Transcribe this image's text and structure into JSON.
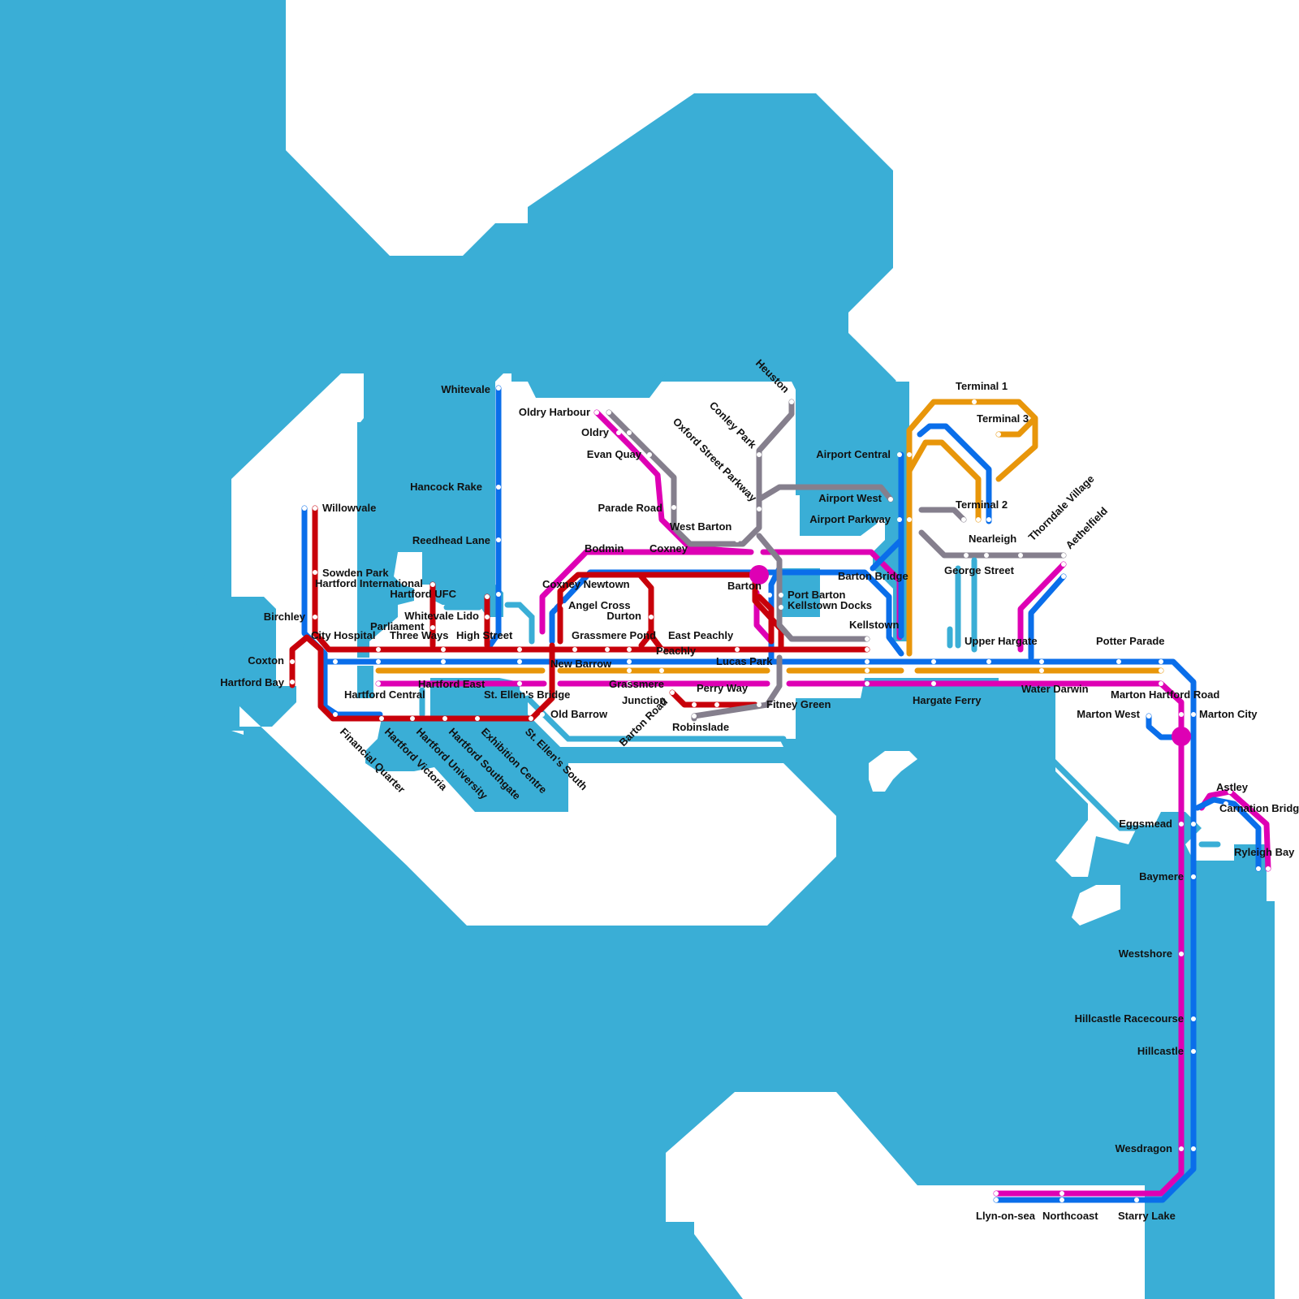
{
  "colors": {
    "water": "#3aaed6",
    "land": "#ffffff",
    "red_line": "#c8000a",
    "blue_line": "#0a6eea",
    "magenta_line": "#de00b4",
    "orange_line": "#e8960a",
    "grey_line": "#857f8d",
    "light_blue_line": "#3aaed6"
  },
  "stations": [
    {
      "id": "whitevale",
      "name": "Whitevale"
    },
    {
      "id": "hancock-rake",
      "name": "Hancock Rake"
    },
    {
      "id": "reedhead-lane",
      "name": "Reedhead Lane"
    },
    {
      "id": "hartford-ufc",
      "name": "Hartford UFC"
    },
    {
      "id": "whitevale-lido",
      "name": "Whitevale Lido"
    },
    {
      "id": "high-street",
      "name": "High Street"
    },
    {
      "id": "three-ways",
      "name": "Three Ways"
    },
    {
      "id": "parliament",
      "name": "Parliament"
    },
    {
      "id": "hartford-international",
      "name": "Hartford International"
    },
    {
      "id": "sowden-park",
      "name": "Sowden Park"
    },
    {
      "id": "willowvale",
      "name": "Willowvale"
    },
    {
      "id": "birchley",
      "name": "Birchley"
    },
    {
      "id": "city-hospital",
      "name": "City Hospital"
    },
    {
      "id": "coxton",
      "name": "Coxton"
    },
    {
      "id": "hartford-bay",
      "name": "Hartford Bay"
    },
    {
      "id": "hartford-central",
      "name": "Hartford Central"
    },
    {
      "id": "hartford-east",
      "name": "Hartford East"
    },
    {
      "id": "st-ellens-bridge",
      "name": "St. Ellen's Bridge"
    },
    {
      "id": "financial-quarter",
      "name": "Financial Quarter"
    },
    {
      "id": "hartford-victoria",
      "name": "Hartford Victoria"
    },
    {
      "id": "hartford-university",
      "name": "Hartford University"
    },
    {
      "id": "hartford-southgate",
      "name": "Hartford Southgate"
    },
    {
      "id": "exhibition-centre",
      "name": "Exhibition Centre"
    },
    {
      "id": "st-ellens-south",
      "name": "St. Ellen's South"
    },
    {
      "id": "old-barrow",
      "name": "Old Barrow"
    },
    {
      "id": "new-barrow",
      "name": "New Barrow"
    },
    {
      "id": "oldry-harbour",
      "name": "Oldry Harbour"
    },
    {
      "id": "oldry",
      "name": "Oldry"
    },
    {
      "id": "evan-quay",
      "name": "Evan Quay"
    },
    {
      "id": "parade-road",
      "name": "Parade Road"
    },
    {
      "id": "west-barton",
      "name": "West Barton"
    },
    {
      "id": "bodmin",
      "name": "Bodmin"
    },
    {
      "id": "coxney",
      "name": "Coxney"
    },
    {
      "id": "coxney-newtown",
      "name": "Coxney Newtown"
    },
    {
      "id": "angel-cross",
      "name": "Angel Cross"
    },
    {
      "id": "durton",
      "name": "Durton"
    },
    {
      "id": "grassmere-pond",
      "name": "Grassmere Pond"
    },
    {
      "id": "east-peachly",
      "name": "East Peachly"
    },
    {
      "id": "peachly",
      "name": "Peachly"
    },
    {
      "id": "grassmere",
      "name": "Grassmere"
    },
    {
      "id": "junction",
      "name": "Junction"
    },
    {
      "id": "barton-road",
      "name": "Barton Road"
    },
    {
      "id": "perry-way",
      "name": "Perry Way"
    },
    {
      "id": "robinslade",
      "name": "Robinslade"
    },
    {
      "id": "fitney-green",
      "name": "Fitney Green"
    },
    {
      "id": "lucas-park",
      "name": "Lucas Park"
    },
    {
      "id": "barton",
      "name": "Barton"
    },
    {
      "id": "heuston",
      "name": "Heuston"
    },
    {
      "id": "conley-park",
      "name": "Conley Park"
    },
    {
      "id": "oxford-street-parkway",
      "name": "Oxford Street Parkway"
    },
    {
      "id": "port-barton",
      "name": "Port Barton"
    },
    {
      "id": "kellstown-docks",
      "name": "Kellstown Docks"
    },
    {
      "id": "kellstown",
      "name": "Kellstown"
    },
    {
      "id": "barton-bridge",
      "name": "Barton Bridge"
    },
    {
      "id": "airport-central",
      "name": "Airport Central"
    },
    {
      "id": "airport-west",
      "name": "Airport West"
    },
    {
      "id": "airport-parkway",
      "name": "Airport Parkway"
    },
    {
      "id": "terminal-1",
      "name": "Terminal 1"
    },
    {
      "id": "terminal-3",
      "name": "Terminal 3"
    },
    {
      "id": "terminal-2",
      "name": "Terminal 2"
    },
    {
      "id": "nearleigh",
      "name": "Nearleigh"
    },
    {
      "id": "george-street",
      "name": "George Street"
    },
    {
      "id": "thorndale-village",
      "name": "Thorndale Village"
    },
    {
      "id": "aethelfield",
      "name": "Aethelfield"
    },
    {
      "id": "upper-hargate",
      "name": "Upper Hargate"
    },
    {
      "id": "potter-parade",
      "name": "Potter Parade"
    },
    {
      "id": "hargate-ferry",
      "name": "Hargate Ferry"
    },
    {
      "id": "water-darwin",
      "name": "Water Darwin"
    },
    {
      "id": "marton-hartford-road",
      "name": "Marton Hartford Road"
    },
    {
      "id": "marton-west",
      "name": "Marton West"
    },
    {
      "id": "marton-city",
      "name": "Marton City"
    },
    {
      "id": "astley",
      "name": "Astley"
    },
    {
      "id": "carnation-bridge",
      "name": "Carnation Bridge"
    },
    {
      "id": "ryleigh-bay",
      "name": "Ryleigh Bay"
    },
    {
      "id": "eggsmead",
      "name": "Eggsmead"
    },
    {
      "id": "baymere",
      "name": "Baymere"
    },
    {
      "id": "westshore",
      "name": "Westshore"
    },
    {
      "id": "hillcastle-racecourse",
      "name": "Hillcastle Racecourse"
    },
    {
      "id": "hillcastle",
      "name": "Hillcastle"
    },
    {
      "id": "wesdragon",
      "name": "Wesdragon"
    },
    {
      "id": "llyn-on-sea",
      "name": "Llyn-on-sea"
    },
    {
      "id": "northcoast",
      "name": "Northcoast"
    },
    {
      "id": "starry-lake",
      "name": "Starry Lake"
    }
  ]
}
